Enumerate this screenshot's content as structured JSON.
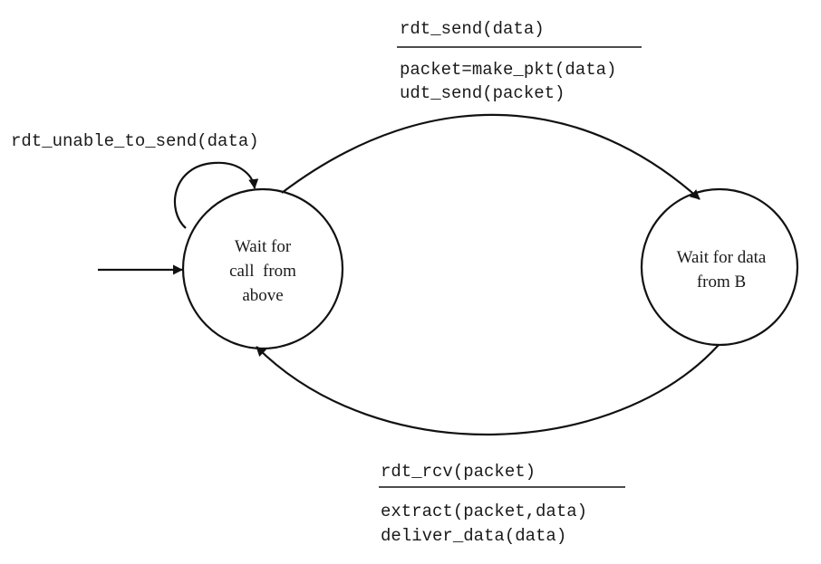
{
  "states": {
    "left": {
      "lines": [
        "Wait for",
        "call  from",
        "above"
      ]
    },
    "right": {
      "lines": [
        "Wait for data",
        "from B"
      ]
    }
  },
  "transitions": {
    "self_loop": {
      "event": "rdt_unable_to_send(data)"
    },
    "send": {
      "event": "rdt_send(data)",
      "actions": [
        "packet=make_pkt(data)",
        "udt_send(packet)"
      ]
    },
    "receive": {
      "event": "rdt_rcv(packet)",
      "actions": [
        "extract(packet,data)",
        "deliver_data(data)"
      ]
    }
  },
  "colors": {
    "ink": "#111111",
    "background": "#ffffff"
  }
}
